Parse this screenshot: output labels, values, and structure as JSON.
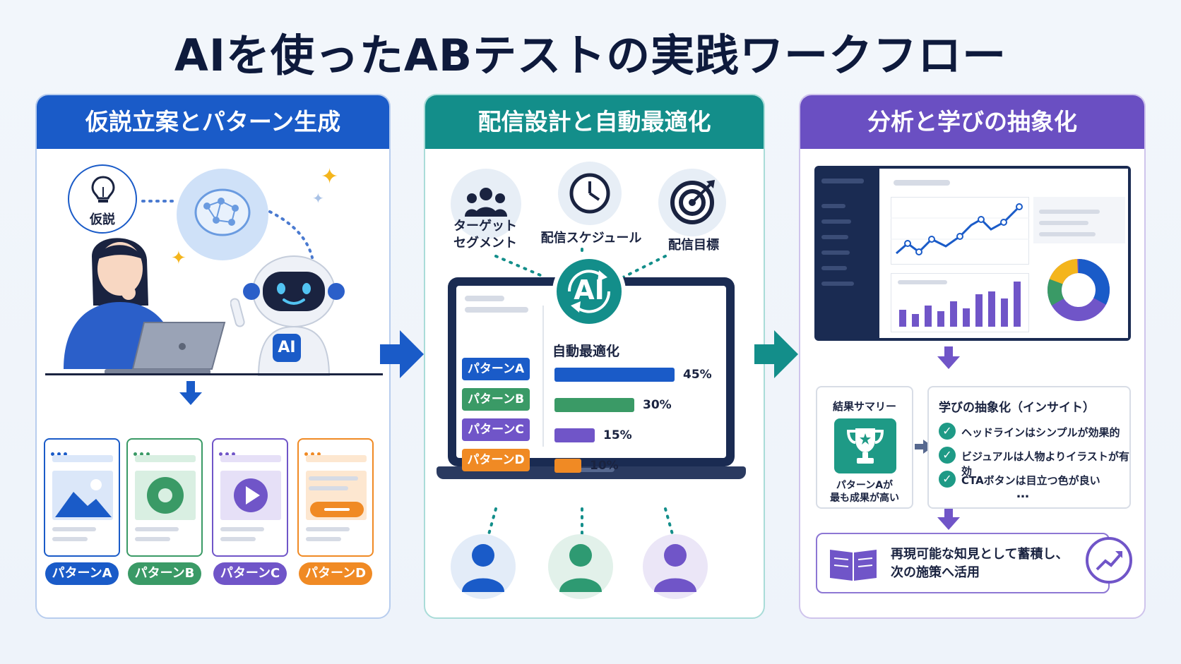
{
  "title": "AIを使ったABテストの実践ワークフロー",
  "panel1": {
    "heading": "仮説立案とパターン生成",
    "hypothesis_label": "仮説",
    "ai_badge": "AI",
    "patterns": [
      {
        "label": "パターンA",
        "color": "#1a5bc8"
      },
      {
        "label": "パターンB",
        "color": "#3a9a66"
      },
      {
        "label": "パターンC",
        "color": "#7055c8"
      },
      {
        "label": "パターンD",
        "color": "#f08a24"
      }
    ]
  },
  "panel2": {
    "heading": "配信設計と自動最適化",
    "inputs": [
      {
        "label": "ターゲット\nセグメント",
        "icon": "group-icon"
      },
      {
        "label": "配信スケジュール",
        "icon": "clock-icon"
      },
      {
        "label": "配信目標",
        "icon": "target-icon"
      }
    ],
    "ai_badge": "AI",
    "optimization_label": "自動最適化",
    "patterns": [
      "パターンA",
      "パターンB",
      "パターンC",
      "パターンD"
    ],
    "pattern_colors": [
      "#1a5bc8",
      "#3a9a66",
      "#7055c8",
      "#f08a24"
    ],
    "allocation": [
      45,
      30,
      15,
      10
    ],
    "allocation_labels": [
      "45%",
      "30%",
      "15%",
      "10%"
    ]
  },
  "panel3": {
    "heading": "分析と学びの抽象化",
    "summary_title": "結果サマリー",
    "summary_text": "パターンAが\n最も成果が高い",
    "insight_title": "学びの抽象化（インサイト）",
    "insights": [
      "ヘッドラインはシンプルが効果的",
      "ビジュアルは人物よりイラストが有効",
      "CTAボタンは目立つ色が良い"
    ],
    "insights_more": "…",
    "outcome": "再現可能な知見として蓄積し、\n次の施策へ活用"
  }
}
